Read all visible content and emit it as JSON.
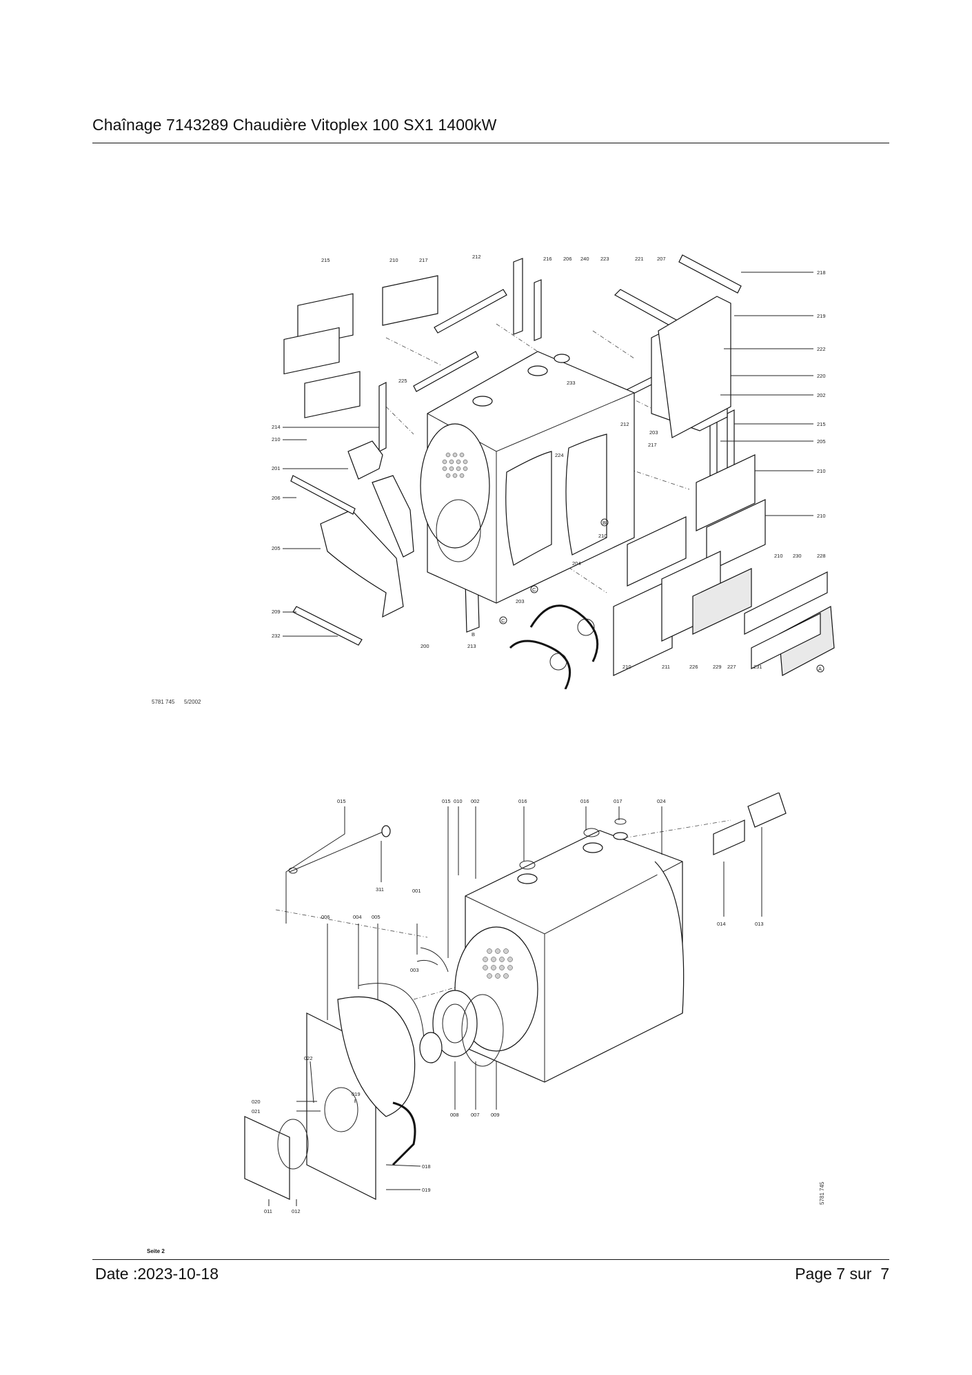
{
  "header": {
    "title": "Chaînage 7143289 Chaudière Vitoplex 100 SX1 1400kW"
  },
  "footer": {
    "date": "Date :2023-10-18",
    "page": "Page 7 sur  7"
  },
  "drawing1": {
    "code": "5781 745",
    "date": "5/2002",
    "labels": [
      "215",
      "210",
      "217",
      "212",
      "216",
      "206",
      "240",
      "223",
      "221",
      "207",
      "218",
      "219",
      "222",
      "220",
      "202",
      "215",
      "205",
      "210",
      "210",
      "210",
      "228",
      "230",
      "225",
      "233",
      "212",
      "203",
      "214",
      "210",
      "201",
      "206",
      "205",
      "209",
      "232",
      "200",
      "213",
      "203",
      "224",
      "217",
      "210",
      "204",
      "210",
      "211",
      "226",
      "229",
      "227",
      "231",
      "B",
      "C",
      "C",
      "B",
      "A"
    ]
  },
  "drawing2": {
    "code": "5781 745",
    "page_label": "Seite 2",
    "labels": [
      "015",
      "311",
      "015",
      "010",
      "002",
      "016",
      "016",
      "017",
      "024",
      "001",
      "014",
      "013",
      "006",
      "004",
      "005",
      "003",
      "019",
      "022",
      "020",
      "021",
      "008",
      "007",
      "009",
      "018",
      "019",
      "011",
      "012"
    ]
  }
}
